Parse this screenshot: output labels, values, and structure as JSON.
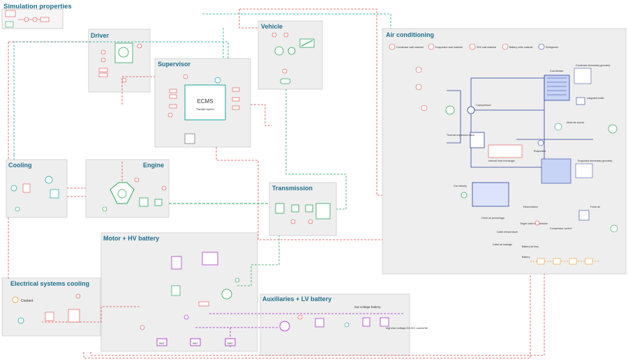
{
  "blocks": {
    "simulation_properties": "Simulation properties",
    "driver": "Driver",
    "supervisor": "Supervisor",
    "vehicle": "Vehicle",
    "air_conditioning": "Air conditioning",
    "cooling": "Cooling",
    "engine": "Engine",
    "transmission": "Transmission",
    "motor_hv_battery": "Motor + HV battery",
    "electrical_systems_cooling": "Electrical systems cooling",
    "auxiliaries_lv_battery": "Auxiliaries + LV battery"
  },
  "supervisor": {
    "ecms_title": "ECMS",
    "ecms_subtitle": "Parallel hybrid"
  },
  "electrical_cooling": {
    "coolant_label": "Coolant"
  },
  "auxiliaries": {
    "low_voltage_battery": "low voltage battery",
    "dcdc_converter": "high/low voltage DC/DC converter",
    "bat_label": "BAT"
  },
  "air_conditioning": {
    "materials": [
      "Condenser wall material",
      "Evaporator wall material",
      "3HX wall material",
      "Battery cells material",
      "Refrigerant"
    ],
    "labels": {
      "condenser": "Condenser",
      "condenser_geometry": "Condenser elementary geometry",
      "integrated_bottle": "Integrated bottle",
      "compressor": "Compressor",
      "moist_air_source": "Moist air source",
      "fresh_air": "Fresh air",
      "thermal_expansion_valve": "Thermal expansion valve",
      "evaporator": "Evaporator",
      "internal_heat_exchanger": "Internal heat exchanger",
      "evaporator_geometry": "Evaporator elementary geometry",
      "car_velocity": "Car velocity",
      "recirculation": "Recirculation",
      "fresh_air_percentage": "Fresh air percentage",
      "target_cabin_temperature": "Target cabin temperature",
      "cabin_temperature": "Cabin temperature",
      "compressor_control": "Compressor control",
      "cabin_air_leakage": "Cabin air leakage",
      "battery_air_flow": "Battery air flow",
      "battery": "Battery"
    }
  },
  "colors": {
    "block_title": "#1f6f8b",
    "panel": "#eeeeee",
    "signal_red": "#e8474a",
    "mechanical_green": "#2aa55a",
    "thermal_teal": "#15a89a",
    "refrigerant_blue": "#2b3fa0",
    "electric_purple": "#a020c0",
    "battery_orange": "#f0a030"
  }
}
